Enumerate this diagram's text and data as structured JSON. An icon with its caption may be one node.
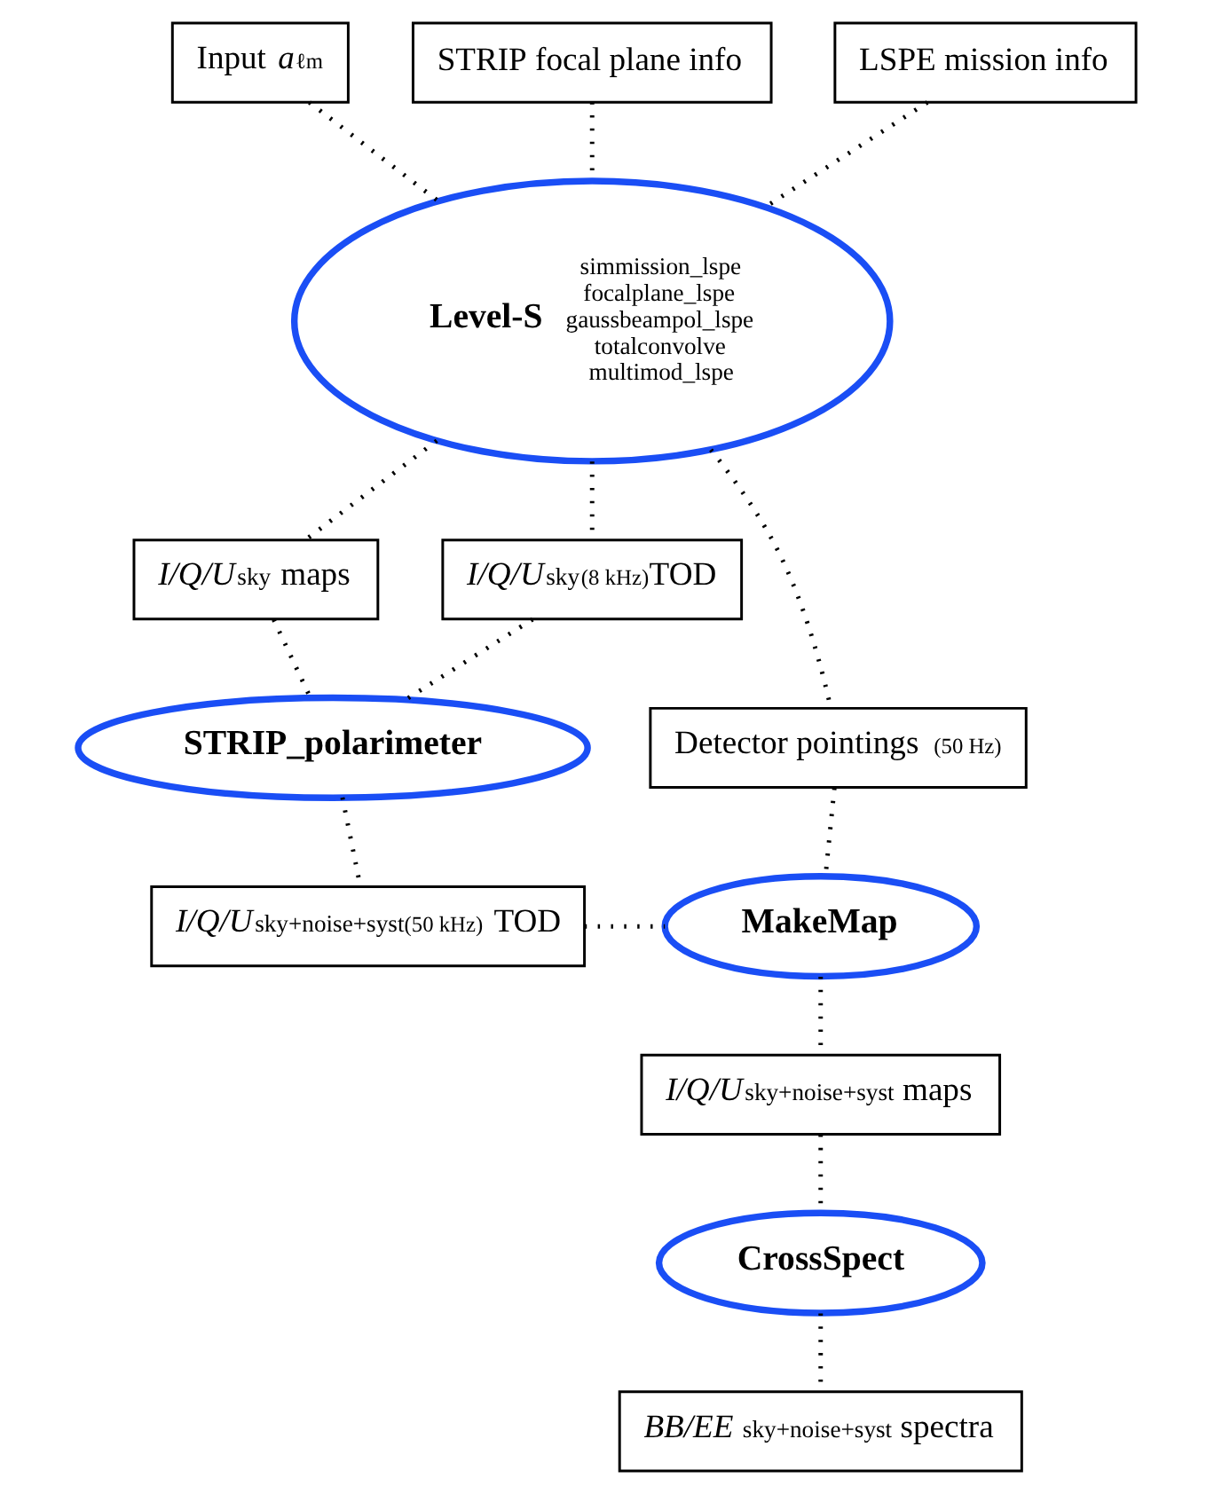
{
  "diagram": {
    "nodes": [
      {
        "text": [
          "Input *a*$_{ℓm}$"
        ]
      },
      {
        "text": [
          "STRIP focal plane info"
        ]
      },
      {
        "text": [
          "LSPE mission info"
        ]
      },
      {
        "text": [
          "Level-S",
          "simmission_lspe focalplane_lspe gaussbeampol_lspe totalconvolve multimod_lspe"
        ]
      },
      {
        "text": [
          "*I/Q/U*$^{sky}$ maps"
        ]
      },
      {
        "text": [
          "*I/Q/U*$^{sky}$$_{(8 kHz)}$TOD"
        ]
      },
      {
        "text": [
          "Detector pointings $_{(50 Hz)}$"
        ]
      },
      {
        "text": [
          "STRIP_polarimeter"
        ]
      },
      {
        "text": [
          "*I/Q/U*$^{sky+noise+syst}$$_{(50 kHz)}$ TOD"
        ]
      },
      {
        "text": [
          "MakeMap"
        ]
      },
      {
        "text": [
          "*I/Q/U*$^{sky+noise+syst}$ maps"
        ]
      },
      {
        "text": [
          "CrossSpect"
        ]
      },
      {
        "text": [
          "*BB/EE* $^{sky+noise+syst}$ spectra"
        ]
      }
    ],
    "edges": [
      {
        "from": 0,
        "to": 3,
        "arrow": "none"
      },
      {
        "from": 1,
        "to": 3,
        "arrow": "none"
      },
      {
        "from": 2,
        "to": 3,
        "arrow": "none"
      },
      {
        "from": 3,
        "to": 4,
        "arrow": "none"
      },
      {
        "from": 3,
        "to": 5,
        "arrow": "none"
      },
      {
        "from": 3,
        "to": 6,
        "arrow": "none"
      },
      {
        "from": 4,
        "to": 7,
        "arrow": "none"
      },
      {
        "from": 5,
        "to": 7,
        "arrow": "none"
      },
      {
        "from": 7,
        "to": 8,
        "arrow": "none"
      },
      {
        "from": 8,
        "to": 9,
        "arrow": "none"
      },
      {
        "from": 6,
        "to": 9,
        "arrow": "none"
      },
      {
        "from": 9,
        "to": 10,
        "arrow": "none"
      },
      {
        "from": 10,
        "to": 11,
        "arrow": "none"
      },
      {
        "from": 11,
        "to": 12,
        "arrow": "none"
      }
    ]
  }
}
